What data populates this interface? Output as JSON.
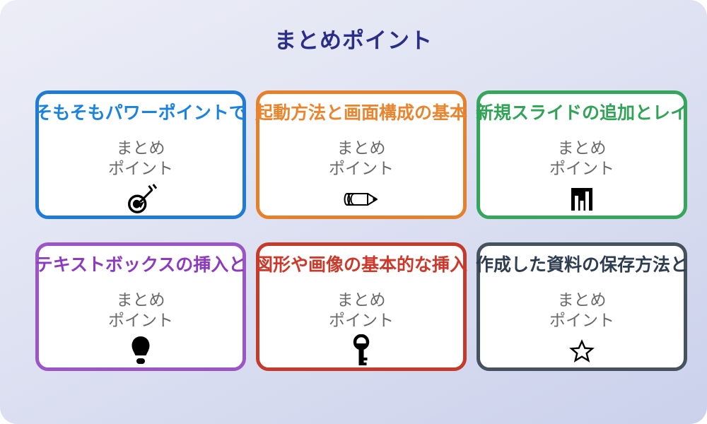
{
  "page": {
    "title": "まとめポイント",
    "title_color": "#2b2e86",
    "background_top": "#ecedf7",
    "background_bottom": "#cbd1ec"
  },
  "cards": [
    {
      "title": "そもそもパワーポイントで",
      "subtitle_line1": "まとめ",
      "subtitle_line2": "ポイント",
      "icon": "target-icon",
      "border_color": "#207bd4",
      "title_color": "#1b82dd"
    },
    {
      "title": "起動方法と画面構成の基本",
      "subtitle_line1": "まとめ",
      "subtitle_line2": "ポイント",
      "icon": "pencil-icon",
      "border_color": "#e5812c",
      "title_color": "#e8852e"
    },
    {
      "title": "新規スライドの追加とレイ",
      "subtitle_line1": "まとめ",
      "subtitle_line2": "ポイント",
      "icon": "bar-chart-icon",
      "border_color": "#35a65b",
      "title_color": "#31a356"
    },
    {
      "title": "テキストボックスの挿入と",
      "subtitle_line1": "まとめ",
      "subtitle_line2": "ポイント",
      "icon": "lightbulb-icon",
      "border_color": "#9b55c4",
      "title_color": "#8d3bbd"
    },
    {
      "title": "図形や画像の基本的な挿入",
      "subtitle_line1": "まとめ",
      "subtitle_line2": "ポイント",
      "icon": "key-icon",
      "border_color": "#c23b2d",
      "title_color": "#cc392a"
    },
    {
      "title": "作成した資料の保存方法と",
      "subtitle_line1": "まとめ",
      "subtitle_line2": "ポイント",
      "icon": "star-icon",
      "border_color": "#46535f",
      "title_color": "#2e3d50"
    }
  ]
}
